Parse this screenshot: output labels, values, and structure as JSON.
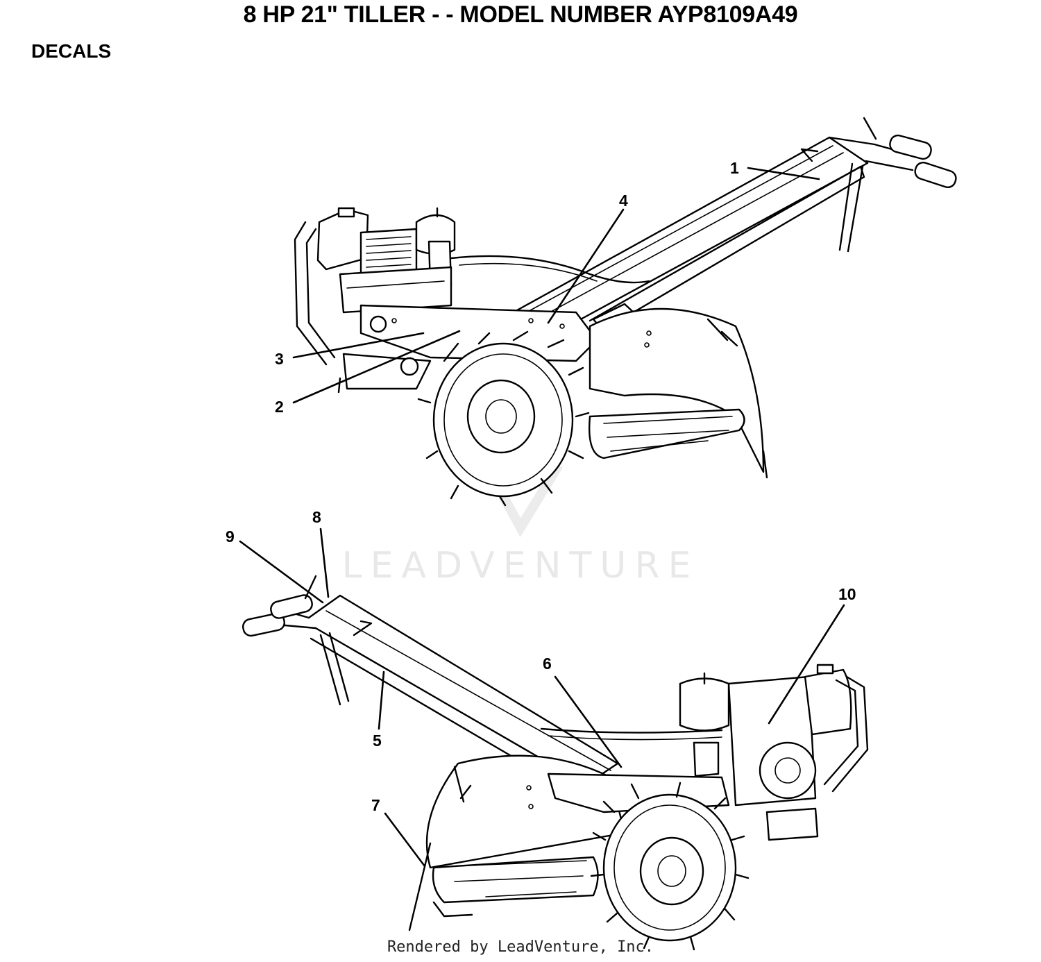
{
  "header": {
    "title": "8 HP 21\" TILLER - - MODEL NUMBER AYP8109A49",
    "section": "DECALS"
  },
  "watermark": {
    "brand": "LEADVENTURE"
  },
  "footer": {
    "credit": "Rendered by LeadVenture, Inc."
  },
  "callouts": {
    "c1": "1",
    "c2": "2",
    "c3": "3",
    "c4": "4",
    "c5": "5",
    "c6": "6",
    "c7": "7",
    "c8": "8",
    "c9": "9",
    "c10": "10"
  }
}
